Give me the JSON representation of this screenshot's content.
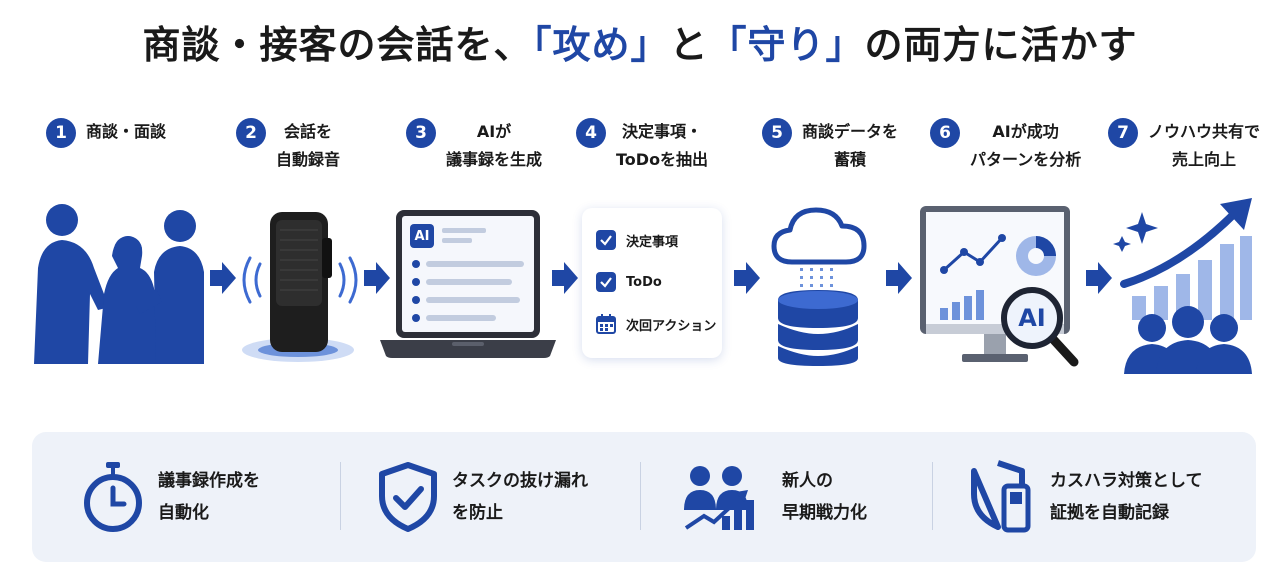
{
  "title": {
    "part1": "商談・接客の会話を、",
    "accent1": "「攻め」",
    "part2": "と",
    "accent2": "「守り」",
    "part3": "の両方に活かす"
  },
  "steps": [
    {
      "num": "1",
      "label": "商談・面談"
    },
    {
      "num": "2",
      "label": "会話を\n自動録音"
    },
    {
      "num": "3",
      "label": "AIが\n議事録を生成"
    },
    {
      "num": "4",
      "label": "決定事項・\nToDoを抽出"
    },
    {
      "num": "5",
      "label": "商談データを\n蓄積"
    },
    {
      "num": "6",
      "label": "AIが成功\nパターンを分析"
    },
    {
      "num": "7",
      "label": "ノウハウ共有で\n売上向上"
    }
  ],
  "laptop": {
    "ai_label": "AI"
  },
  "monitor": {
    "ai_label": "AI"
  },
  "checklist": {
    "items": [
      "決定事項",
      "ToDo",
      "次回アクション"
    ]
  },
  "features": [
    {
      "label": "議事録作成を\n自動化",
      "icon": "stopwatch-icon"
    },
    {
      "label": "タスクの抜け漏れ\nを防止",
      "icon": "shield-check-icon"
    },
    {
      "label": "新人の\n早期戦力化",
      "icon": "team-growth-icon"
    },
    {
      "label": "カスハラ対策として\n証拠を自動記録",
      "icon": "shield-recorder-icon"
    }
  ],
  "colors": {
    "brand": "#1f47a5",
    "panel": "#eef2f9"
  }
}
